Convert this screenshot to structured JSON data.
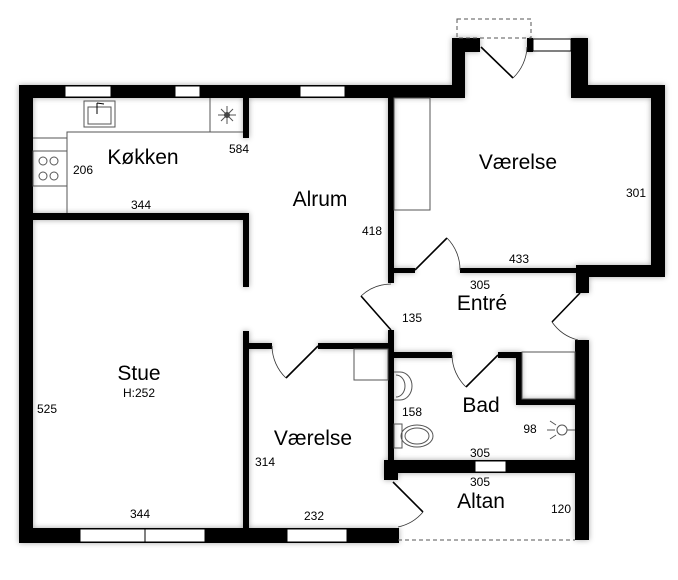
{
  "rooms": {
    "kitchen": "Køkken",
    "family_room": "Alrum",
    "bedroom_top": "Værelse",
    "living_room": "Stue",
    "living_room_height": "H:252",
    "entrance": "Entré",
    "bathroom": "Bad",
    "bedroom_bottom": "Værelse",
    "balcony": "Altan"
  },
  "dimensions": {
    "kitchen_depth": "206",
    "kitchen_width": "344",
    "family_room_length": "584",
    "family_room_side": "418",
    "bedroom_top_height": "301",
    "bedroom_top_width": "433",
    "entrance_width": "305",
    "entrance_depth": "135",
    "living_room_depth": "525",
    "living_room_width": "344",
    "bedroom_bottom_depth": "314",
    "bedroom_bottom_width": "232",
    "bath_depth": "158",
    "bath_side": "98",
    "bath_width": "305",
    "balcony_width": "305",
    "balcony_depth": "120"
  }
}
